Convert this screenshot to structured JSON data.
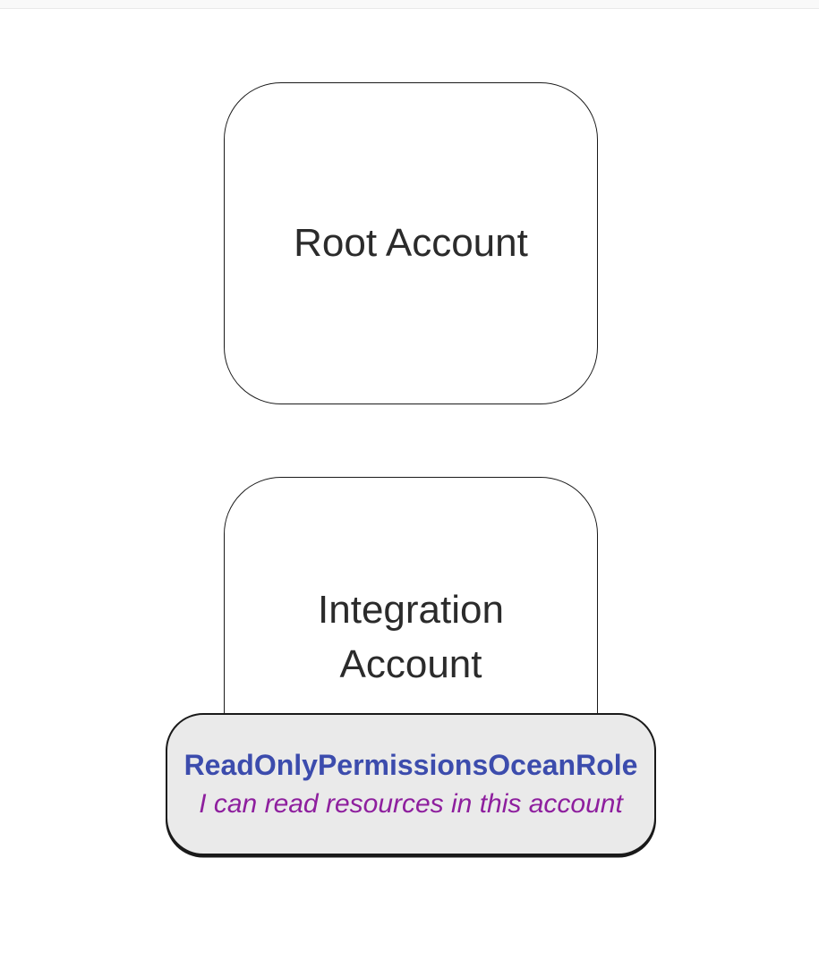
{
  "diagram": {
    "root_account": {
      "label": "Root Account"
    },
    "integration_account": {
      "label": "Integration Account"
    },
    "role": {
      "name": "ReadOnlyPermissionsOceanRole",
      "description": "I can read resources in this account"
    }
  },
  "colors": {
    "page_background": "#ffffff",
    "top_strip": "#f9f9f9",
    "node_border": "#1a1a1a",
    "node_text": "#2b2b2b",
    "role_background": "#eaeaea",
    "role_name": "#3c4cad",
    "role_description": "#8e1f9e"
  }
}
